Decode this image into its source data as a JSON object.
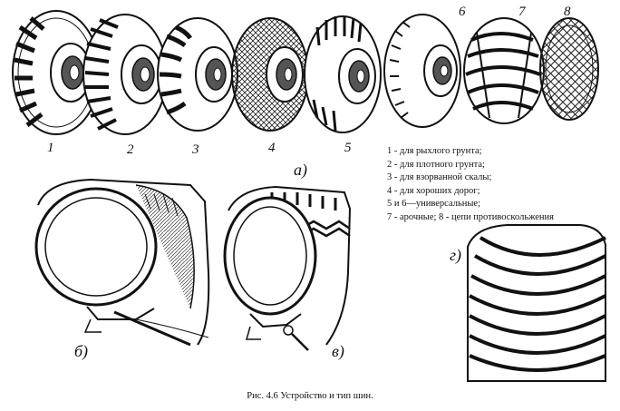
{
  "tire_numbers": [
    "1",
    "2",
    "3",
    "4",
    "5",
    "6",
    "7",
    "8"
  ],
  "section_labels": {
    "a": "а)",
    "b": "б)",
    "v": "в)",
    "g": "г)"
  },
  "legend": [
    "1 - для  рыхлого  грунта;",
    "2  -  для   плотного   грунта;",
    "3 - для  взорванной скалы;",
    "4 - для хороших  дорог;",
    "5 и 6—универсальные;",
    "7 - арочные; 8 - цепи противоскольжения"
  ],
  "caption": "Рис. 4.6 Устройство и тип шин."
}
